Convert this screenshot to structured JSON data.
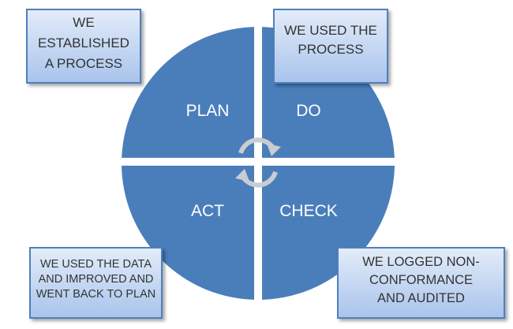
{
  "quadrants": {
    "plan": "PLAN",
    "do": "DO",
    "check": "CHECK",
    "act": "ACT"
  },
  "notes": {
    "plan": "WE ESTABLISHED A PROCESS",
    "do": "WE USED THE PROCESS",
    "act": "WE USED THE DATA AND IMPROVED AND WENT BACK TO PLAN",
    "check": "WE LOGGED NON-CONFORMANCE AND AUDITED"
  },
  "colors": {
    "circle": "#4a7ebb",
    "box_border": "#4f7fbd"
  }
}
